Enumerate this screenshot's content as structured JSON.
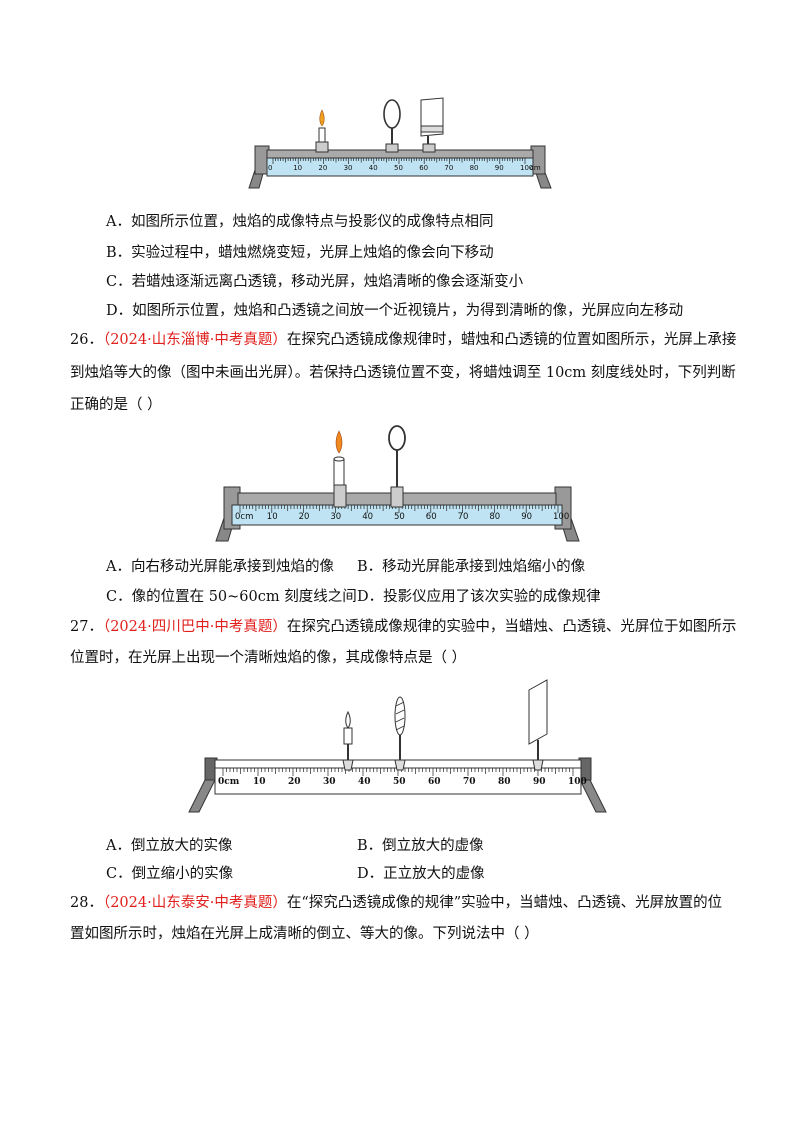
{
  "q25": {
    "options": [
      "A．如图所示位置，烛焰的成像特点与投影仪的成像特点相同",
      "B．实验过程中，蜡烛燃烧变短，光屏上烛焰的像会向下移动",
      "C．若蜡烛逐渐远离凸透镜，移动光屏，烛焰清晰的像会逐渐变小",
      "D．如图所示位置，烛焰和凸透镜之间放一个近视镜片，为得到清晰的像，光屏应向左移动"
    ],
    "ruler_ticks": [
      "0",
      "10",
      "20",
      "30",
      "40",
      "50",
      "60",
      "70",
      "80",
      "90",
      "100",
      "cm"
    ]
  },
  "q26": {
    "number": "26．",
    "source": "（2024·山东淄博·中考真题）",
    "stem_line1": "在探究凸透镜成像规律时，蜡烛和凸透镜的位置如图所示，光屏上承接",
    "stem_line2": "到烛焰等大的像（图中未画出光屏）。若保持凸透镜位置不变，将蜡烛调至 10cm 刻度线处时，下列判断",
    "stem_line3": "正确的是（    ）",
    "options": {
      "A": "A．向右移动光屏能承接到烛焰的像",
      "B": "B．移动光屏能承接到烛焰缩小的像",
      "C": "C．像的位置在 50~60cm 刻度线之间",
      "D": "D．投影仪应用了该次实验的成像规律"
    },
    "ruler_ticks": [
      "0cm",
      "10",
      "20",
      "30",
      "40",
      "50",
      "60",
      "70",
      "80",
      "90",
      "100"
    ]
  },
  "q27": {
    "number": "27．",
    "source": "（2024·四川巴中·中考真题）",
    "stem_line1": "在探究凸透镜成像规律的实验中，当蜡烛、凸透镜、光屏位于如图所示",
    "stem_line2": "位置时，在光屏上出现一个清晰烛焰的像，其成像特点是（    ）",
    "options": {
      "A": "A．倒立放大的实像",
      "B": "B．倒立放大的虚像",
      "C": "C．倒立缩小的实像",
      "D": "D．正立放大的虚像"
    },
    "ruler_ticks": [
      "0cm",
      "10",
      "20",
      "30",
      "40",
      "50",
      "60",
      "70",
      "80",
      "90",
      "100"
    ]
  },
  "q28": {
    "number": "28．",
    "source": "（2024·山东泰安·中考真题）",
    "stem_line1": "在“探究凸透镜成像的规律”实验中，当蜡烛、凸透镜、光屏放置的位",
    "stem_line2": "置如图所示时，烛焰在光屏上成清晰的倒立、等大的像。下列说法中（    ）"
  }
}
